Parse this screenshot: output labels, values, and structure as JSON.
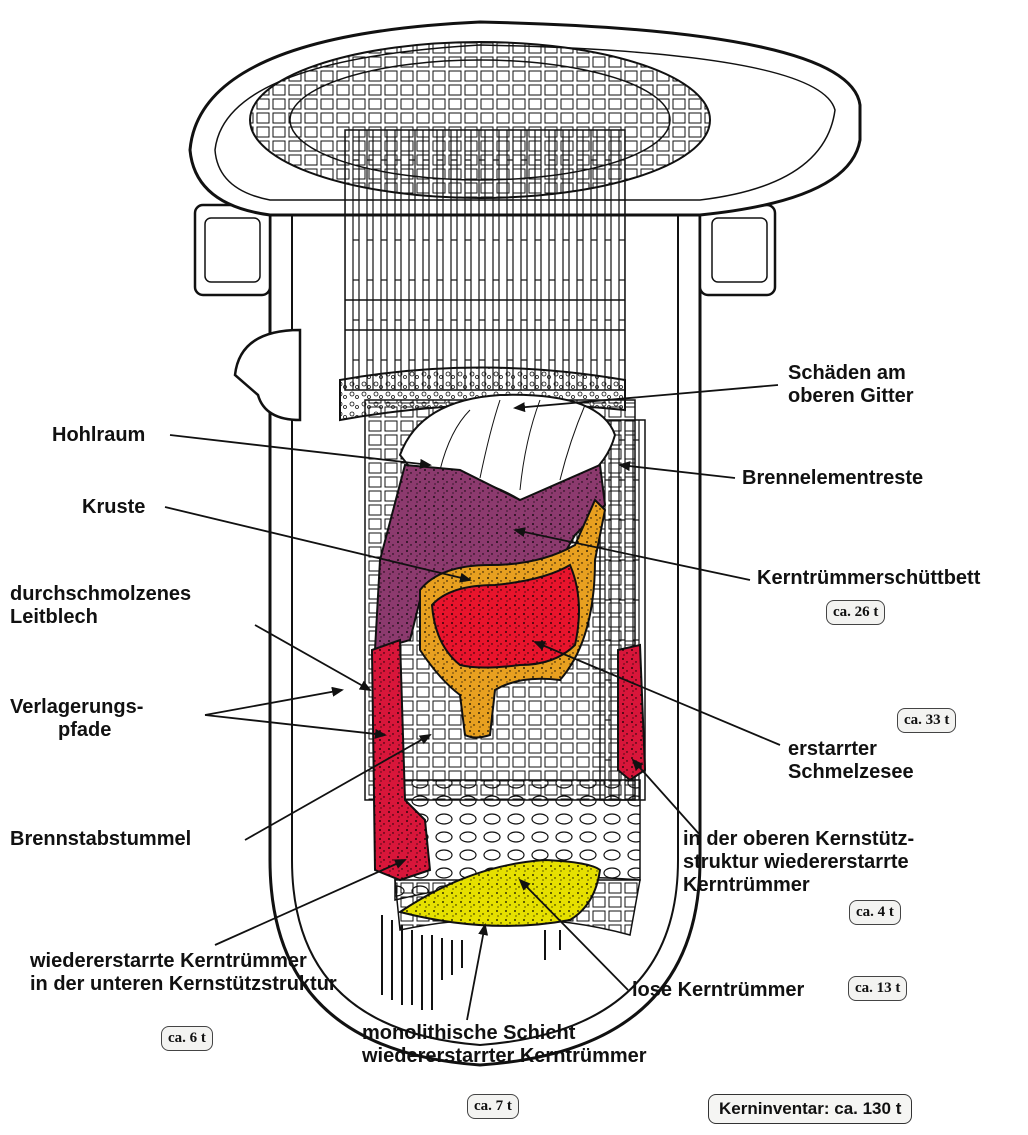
{
  "labels": {
    "schaeden": [
      "Schäden am",
      "oberen Gitter"
    ],
    "hohlraum": "Hohlraum",
    "brennelementreste": "Brennelementreste",
    "kruste": "Kruste",
    "kerntruemmerschuettbett": "Kerntrümmerschüttbett",
    "leitblech": [
      "durchschmolzenes",
      "Leitblech"
    ],
    "verlagerungspfade": [
      "Verlagerungs-",
      "pfade"
    ],
    "schmelzesee": [
      "erstarrter",
      "Schmelzesee"
    ],
    "brennstabstummel": "Brennstabstummel",
    "obere_kernstuetz": [
      "in der oberen Kernstütz-",
      "struktur wiedererstarrte",
      "Kerntrümmer"
    ],
    "untere_kernstuetz": [
      "wiedererstarrte Kerntrümmer",
      "in der unteren Kernstützstruktur"
    ],
    "lose": "lose Kerntrümmer",
    "monolithisch": [
      "monolithische Schicht",
      "wiedererstarrter Kerntrümmer"
    ]
  },
  "masses": {
    "schuettbett": "ca. 26 t",
    "schmelzesee": "ca. 33 t",
    "obere": "ca. 4 t",
    "lose": "ca. 13 t",
    "untere": "ca. 6 t",
    "monolithisch": "ca. 7 t"
  },
  "inventory": "Kerninventar:  ca. 130 t",
  "colors": {
    "debris_bed": "#8c3a6e",
    "melt_pool": "#e8142c",
    "crust": "#e8a020",
    "relocated": "#d8163a",
    "loose_debris": "#e6e000",
    "outline": "#111111"
  }
}
